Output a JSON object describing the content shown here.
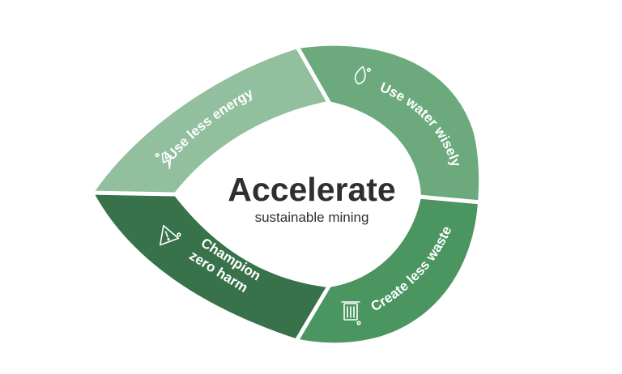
{
  "diagram": {
    "title": "Accelerate",
    "subtitle": "sustainable mining",
    "segments": [
      {
        "label": "Use less energy",
        "icon": "lightning-bolt-icon",
        "color": "#92bf9e"
      },
      {
        "label": "Use water wisely",
        "icon": "water-drop-icon",
        "color": "#6caa7d"
      },
      {
        "label": "Create less waste",
        "icon": "trash-can-icon",
        "color": "#4a9560"
      },
      {
        "label_line1": "Champion",
        "label_line2": "zero harm",
        "icon": "warning-triangle-icon",
        "color": "#38724a"
      }
    ]
  }
}
